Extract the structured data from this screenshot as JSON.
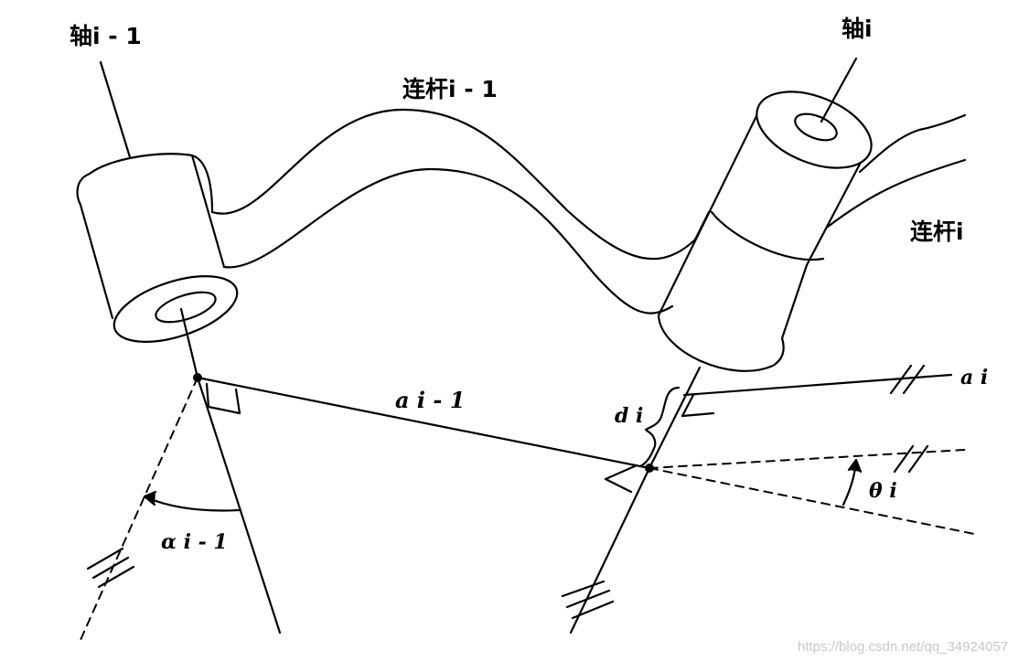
{
  "labels": {
    "axis_prev": "轴i - 1",
    "axis_curr": "轴i",
    "link_prev": "连杆i - 1",
    "link_curr": "连杆i",
    "a_prev": "a i - 1",
    "a_curr": "a i",
    "d": "d i",
    "theta": "θ i",
    "alpha": "α i - 1"
  },
  "watermark": "https://blog.csdn.net/qq_34924057"
}
